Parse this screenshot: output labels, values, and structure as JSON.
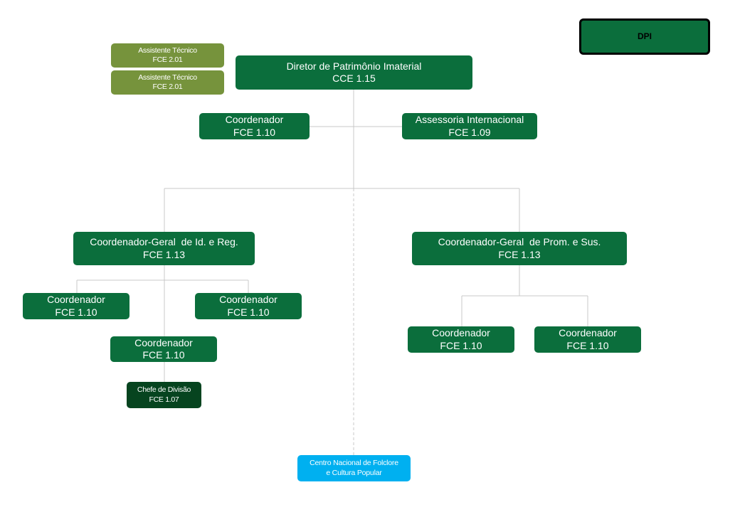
{
  "legend": {
    "label": "DPI"
  },
  "assistants": [
    {
      "title": "Assistente Técnico",
      "code": "FCE 2.01"
    },
    {
      "title": "Assistente Técnico",
      "code": "FCE 2.01"
    }
  ],
  "director": {
    "title": "Diretor de Patrimônio Imaterial",
    "code": "CCE 1.15"
  },
  "staff": {
    "coordinator": {
      "title": "Coordenador",
      "code": "FCE 1.10"
    },
    "international": {
      "title": "Assessoria Internacional",
      "code": "FCE 1.09"
    }
  },
  "cg_id": {
    "title": "Coordenador-Geral  de Id. e Reg.",
    "code": "FCE 1.13",
    "coordinators": [
      {
        "title": "Coordenador",
        "code": "FCE 1.10"
      },
      {
        "title": "Coordenador",
        "code": "FCE 1.10"
      },
      {
        "title": "Coordenador",
        "code": "FCE 1.10"
      }
    ],
    "division_chief": {
      "title": "Chefe de Divisão",
      "code": "FCE 1.07"
    }
  },
  "cg_prom": {
    "title": "Coordenador-Geral  de Prom. e Sus.",
    "code": "FCE 1.13",
    "coordinators": [
      {
        "title": "Coordenador",
        "code": "FCE 1.10"
      },
      {
        "title": "Coordenador",
        "code": "FCE 1.10"
      }
    ]
  },
  "center": {
    "line1": "Centro Nacional de Folclore",
    "line2": "e Cultura Popular"
  }
}
